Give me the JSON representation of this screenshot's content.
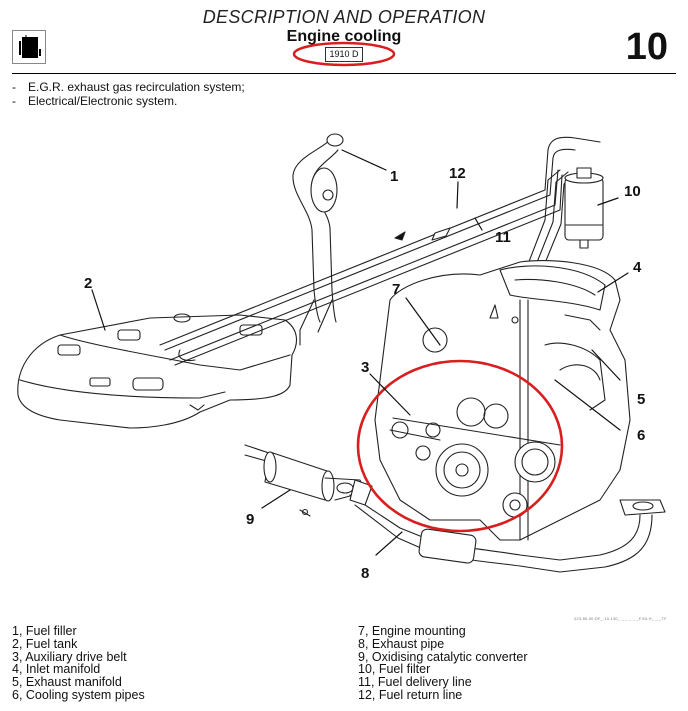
{
  "header": {
    "title": "DESCRIPTION AND OPERATION",
    "subtitle": "Engine cooling",
    "engine_code": "1910 D",
    "page_section": "10",
    "section_icon": "radiator-icon",
    "highlight_color": "#d81e1e"
  },
  "intro": {
    "items": [
      {
        "bullet": "-",
        "text": "E.G.R. exhaust gas recirculation system;"
      },
      {
        "bullet": "-",
        "text": "Electrical/Electronic system."
      }
    ]
  },
  "diagram": {
    "callouts": [
      "1",
      "2",
      "3",
      "4",
      "5",
      "6",
      "7",
      "8",
      "9",
      "10",
      "11",
      "12"
    ],
    "ref_code": "223.80.00.DF_.10.130_ _ _ _ _ _F.83.H_ _ _TF"
  },
  "legend": {
    "left": [
      "1, Fuel filler",
      "2, Fuel tank",
      "3, Auxiliary drive belt",
      "4, Inlet manifold",
      "5, Exhaust manifold",
      "6, Cooling system pipes"
    ],
    "right": [
      "7, Engine mounting",
      "8, Exhaust pipe",
      "9, Oxidising catalytic converter",
      "10, Fuel filter",
      "11, Fuel delivery line",
      "12, Fuel return line"
    ]
  }
}
